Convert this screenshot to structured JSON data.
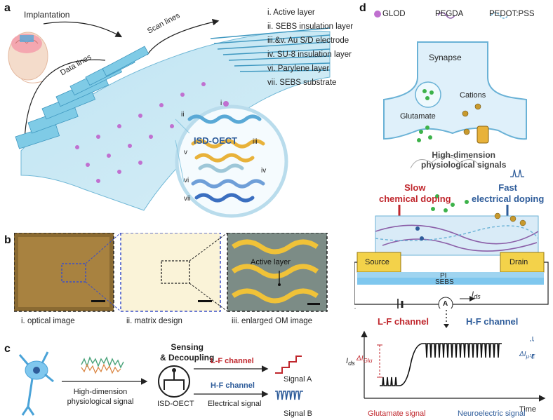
{
  "panel_a": {
    "letter": "a",
    "implantation": "Implantation",
    "scan_lines": "Scan lines",
    "data_lines": "Data lines",
    "device_label": "ISD-OECT",
    "layers": [
      "i. Active layer",
      "ii. SEBS insulation layer",
      "iii.&v. Au S/D electrode",
      "iv. SU-8 insulation layer",
      "vi. Parylene layer",
      "vii. SEBS substrate"
    ],
    "inset_numerals": [
      "i",
      "ii",
      "iii",
      "iv",
      "v",
      "vi",
      "vii"
    ]
  },
  "panel_b": {
    "letter": "b",
    "captions": [
      "i. optical image",
      "ii. matrix design",
      "iii. enlarged OM image"
    ],
    "active_layer": "Active layer"
  },
  "panel_c": {
    "letter": "c",
    "sensing_title_1": "Sensing",
    "sensing_title_2": "& Decoupling",
    "input_label_1": "High-dimension",
    "input_label_2": "physiological signal",
    "device": "ISD-OECT",
    "lf_channel": "L-F channel",
    "hf_channel": "H-F channel",
    "electrical_signal": "Electrical signal",
    "signal_a": "Signal A",
    "signal_b": "Signal B"
  },
  "panel_d": {
    "letter": "d",
    "legend": [
      "GLOD",
      "PEGDA",
      "PEDOT:PSS"
    ],
    "synapse": "Synapse",
    "cations": "Cations",
    "glutamate": "Glutamate",
    "hd_signals_1": "High-dimension",
    "hd_signals_2": "physiological signals",
    "slow_1": "Slow",
    "slow_2": "chemical doping",
    "fast_1": "Fast",
    "fast_2": "electrical doping",
    "source": "Source",
    "drain": "Drain",
    "pi": "PI",
    "sebs": "SEBS",
    "ids_circuit": "I",
    "ids_sub": "ds",
    "ammeter": "A",
    "lf_channel": "L-F channel",
    "hf_channel": "H-F channel",
    "y_axis": "I",
    "y_axis_sub": "ds",
    "x_axis": "Time",
    "delta_glu": "ΔI",
    "delta_glu_sub": "Glu",
    "delta_ue": "ΔI",
    "delta_ue_sub": "μ-E",
    "glutamate_signal": "Glutamate signal",
    "neuroelectric_signal": "Neuroelectric signal"
  },
  "colors": {
    "red": "#c0272d",
    "blue": "#2e5c9a",
    "gold": "#e8b23a",
    "cyan": "#7fcbe6"
  }
}
